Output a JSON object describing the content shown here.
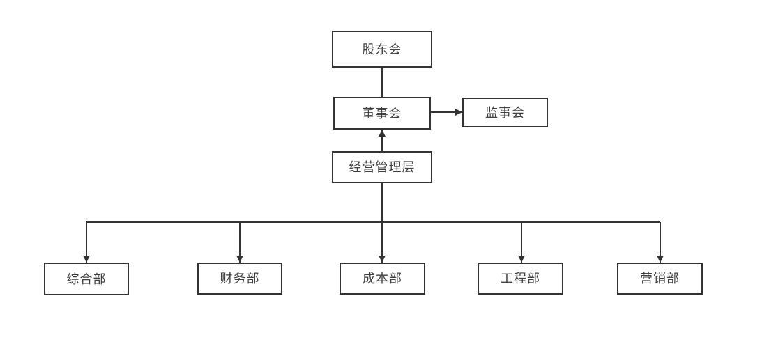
{
  "diagram": {
    "type": "org-chart",
    "colors": {
      "background": "#ffffff",
      "line": "#333333",
      "node_border": "#333333",
      "node_fill": "#ffffff",
      "text": "#404040"
    },
    "nodes": {
      "shareholders": {
        "label": "股东会"
      },
      "board": {
        "label": "董事会"
      },
      "supervisors": {
        "label": "监事会"
      },
      "management": {
        "label": "经营管理层"
      },
      "dept_general": {
        "label": "综合部"
      },
      "dept_finance": {
        "label": "财务部"
      },
      "dept_cost": {
        "label": "成本部"
      },
      "dept_engineering": {
        "label": "工程部"
      },
      "dept_marketing": {
        "label": "营销部"
      }
    },
    "edges": [
      {
        "from": "股东会",
        "to": "董事会",
        "arrowhead": false
      },
      {
        "from": "董事会",
        "to": "监事会",
        "arrowhead": true
      },
      {
        "from": "经营管理层",
        "to": "董事会",
        "arrowhead": true
      },
      {
        "from": "经营管理层",
        "to": "综合部",
        "arrowhead": true
      },
      {
        "from": "经营管理层",
        "to": "财务部",
        "arrowhead": true
      },
      {
        "from": "经营管理层",
        "to": "成本部",
        "arrowhead": true
      },
      {
        "from": "经营管理层",
        "to": "工程部",
        "arrowhead": true
      },
      {
        "from": "经营管理层",
        "to": "营销部",
        "arrowhead": true
      }
    ]
  }
}
